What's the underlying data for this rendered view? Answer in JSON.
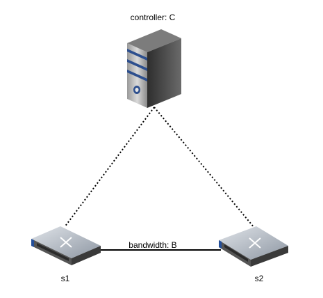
{
  "nodes": {
    "controller": {
      "label": "controller: C",
      "icon": "server-tower-icon"
    },
    "s1": {
      "label": "s1",
      "icon": "network-switch-icon"
    },
    "s2": {
      "label": "s2",
      "icon": "network-switch-icon"
    }
  },
  "links": {
    "controller_s1": {
      "style": "dotted"
    },
    "controller_s2": {
      "style": "dotted"
    },
    "s1_s2": {
      "style": "solid",
      "label": "bandwidth: B"
    }
  },
  "colors": {
    "line": "#000000",
    "server_body": "#5a5a5a",
    "server_stripe": "#2d4f8e",
    "switch_body": "#4a4a4a",
    "switch_top": "#b9c0c9",
    "switch_stripe": "#244f9a"
  }
}
